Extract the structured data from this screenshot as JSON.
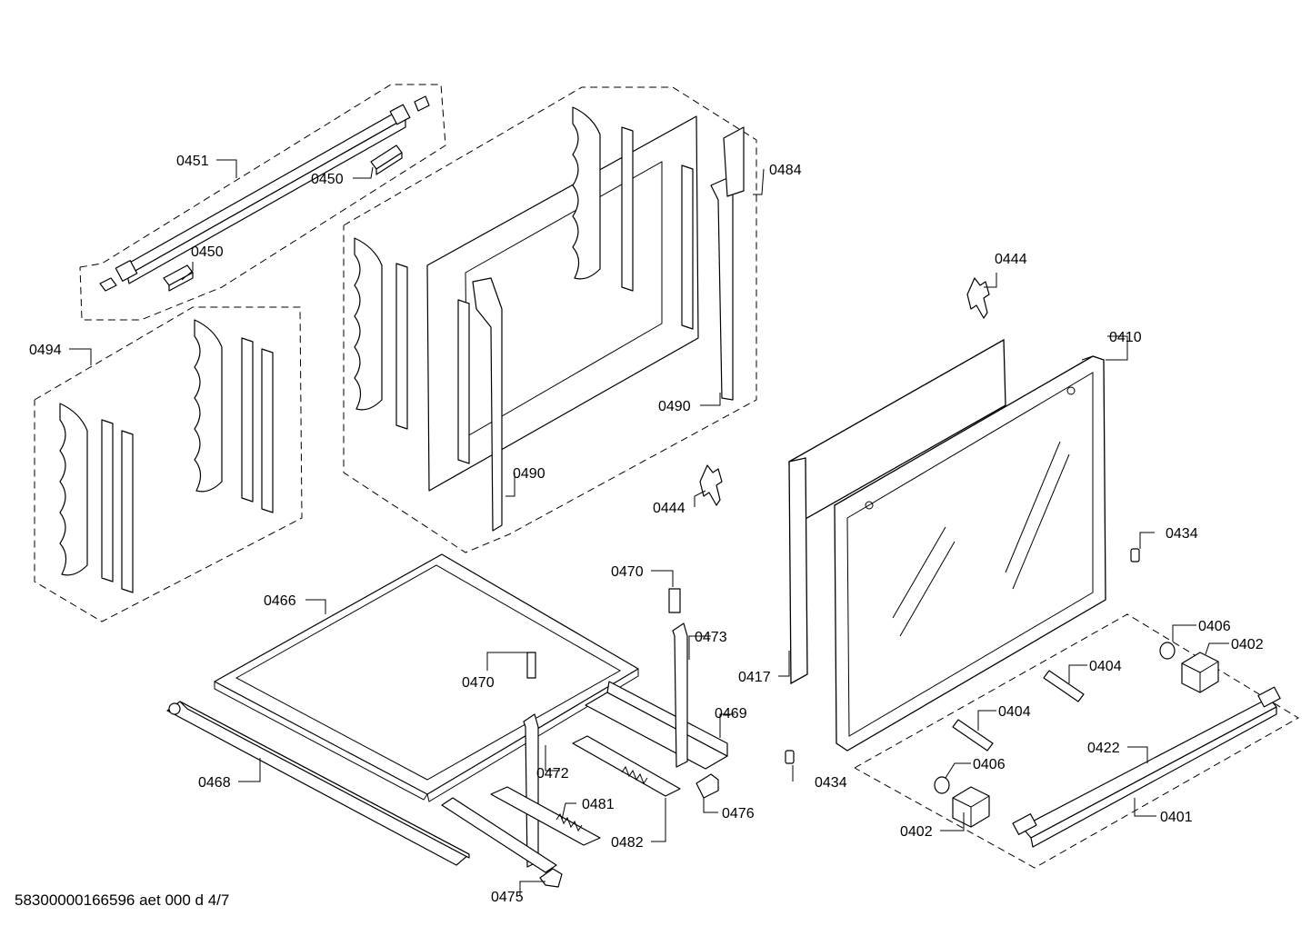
{
  "footer": {
    "document_id": "58300000166596 aet 000 d 4/7"
  },
  "callouts": [
    {
      "id": "c0451",
      "label": "0451"
    },
    {
      "id": "c0450a",
      "label": "0450"
    },
    {
      "id": "c0450b",
      "label": "0450"
    },
    {
      "id": "c0484",
      "label": "0484"
    },
    {
      "id": "c0494",
      "label": "0494"
    },
    {
      "id": "c0490a",
      "label": "0490"
    },
    {
      "id": "c0490b",
      "label": "0490"
    },
    {
      "id": "c0444a",
      "label": "0444"
    },
    {
      "id": "c0444b",
      "label": "0444"
    },
    {
      "id": "c0410",
      "label": "0410"
    },
    {
      "id": "c0434a",
      "label": "0434"
    },
    {
      "id": "c0434b",
      "label": "0434"
    },
    {
      "id": "c0466",
      "label": "0466"
    },
    {
      "id": "c0470a",
      "label": "0470"
    },
    {
      "id": "c0470b",
      "label": "0470"
    },
    {
      "id": "c0473",
      "label": "0473"
    },
    {
      "id": "c0469",
      "label": "0469"
    },
    {
      "id": "c0468",
      "label": "0468"
    },
    {
      "id": "c0472",
      "label": "0472"
    },
    {
      "id": "c0481",
      "label": "0481"
    },
    {
      "id": "c0482",
      "label": "0482"
    },
    {
      "id": "c0476",
      "label": "0476"
    },
    {
      "id": "c0475",
      "label": "0475"
    },
    {
      "id": "c0417",
      "label": "0417"
    },
    {
      "id": "c0406a",
      "label": "0406"
    },
    {
      "id": "c0406b",
      "label": "0406"
    },
    {
      "id": "c0402a",
      "label": "0402"
    },
    {
      "id": "c0402b",
      "label": "0402"
    },
    {
      "id": "c0404a",
      "label": "0404"
    },
    {
      "id": "c0404b",
      "label": "0404"
    },
    {
      "id": "c0422",
      "label": "0422"
    },
    {
      "id": "c0401",
      "label": "0401"
    }
  ]
}
